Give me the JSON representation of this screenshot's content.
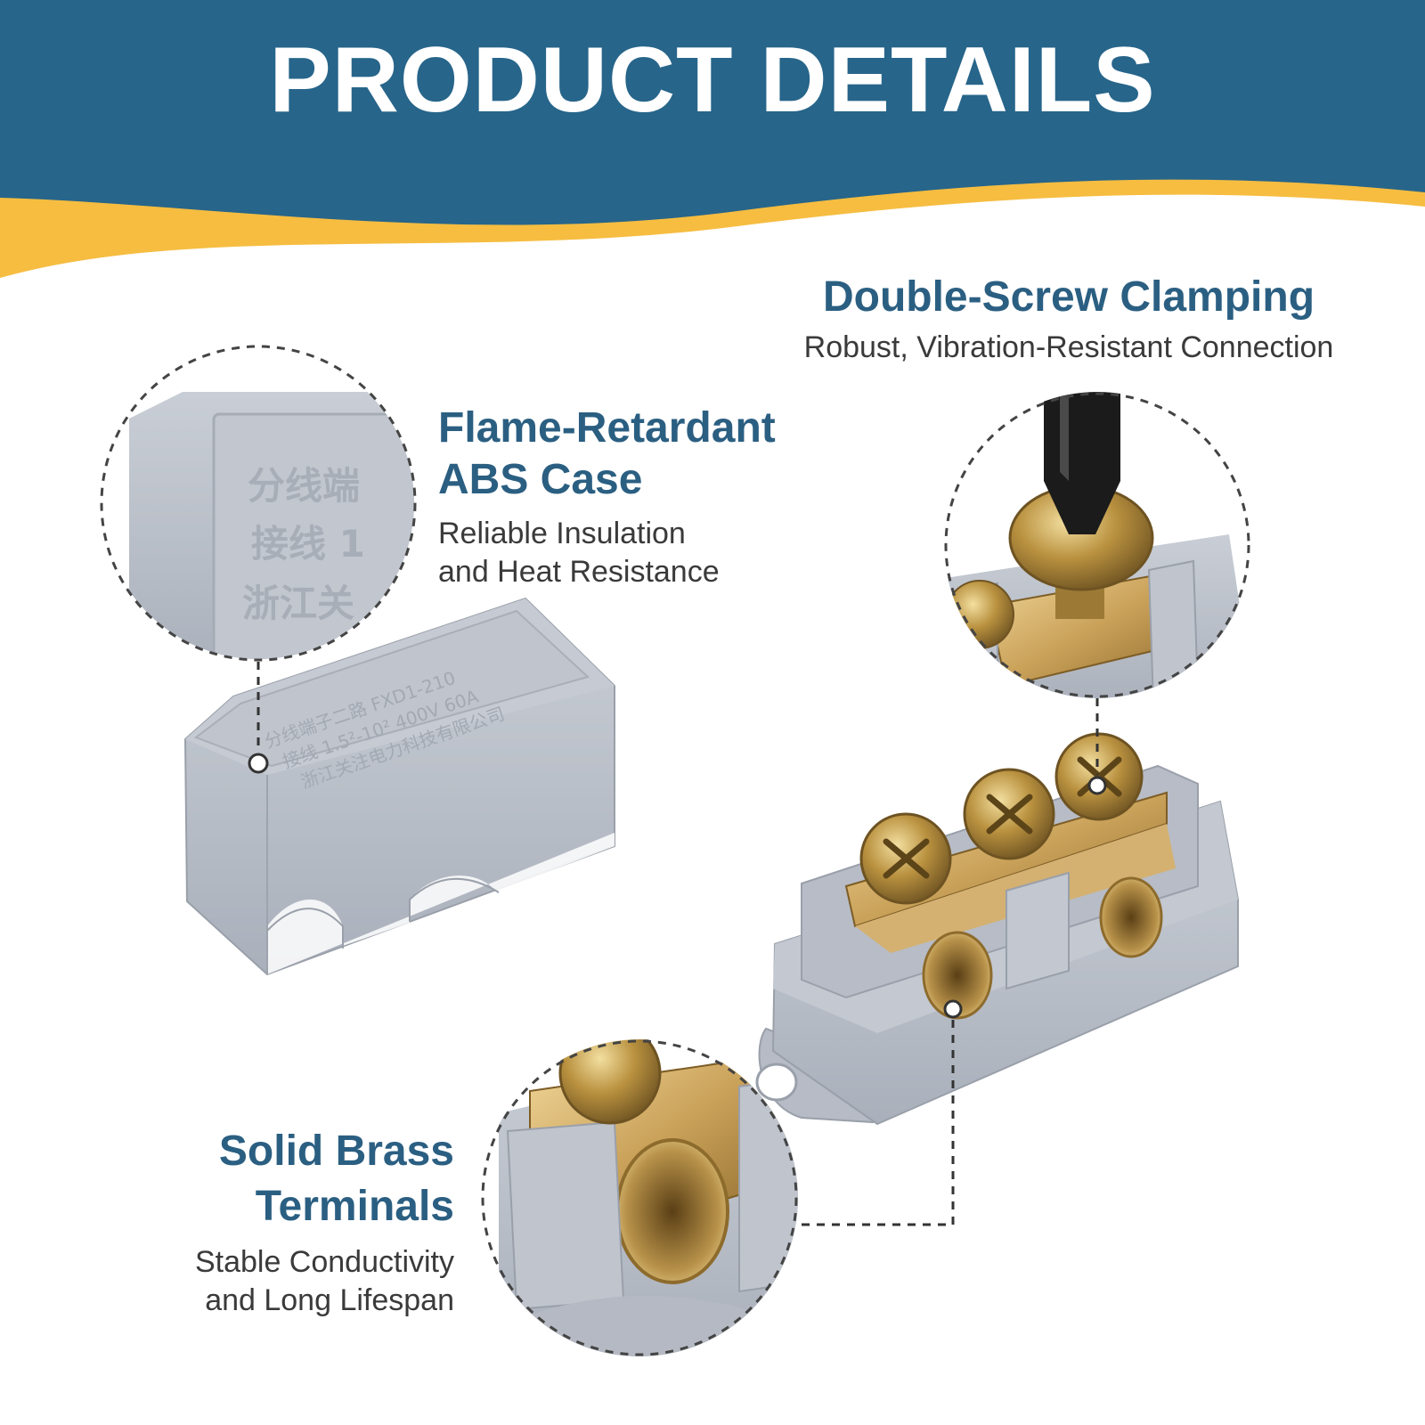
{
  "header": {
    "title": "PRODUCT DETAILS"
  },
  "colors": {
    "banner": "#27658a",
    "wave_accent": "#f6bd41",
    "title_text": "#2b5f82",
    "body_text": "#3a3a3a",
    "case_grey": "#b9bec8",
    "brass": "#c9a356"
  },
  "features": {
    "clamping": {
      "title": "Double-Screw Clamping",
      "desc": "Robust, Vibration-Resistant Connection"
    },
    "case": {
      "title_line1": "Flame-Retardant",
      "title_line2": "ABS Case",
      "desc_line1": "Reliable Insulation",
      "desc_line2": "and Heat Resistance"
    },
    "terminals": {
      "title_line1": "Solid Brass",
      "title_line2": "Terminals",
      "desc_line1": "Stable Conductivity",
      "desc_line2": "and Long Lifespan"
    }
  },
  "product_marking": {
    "zoom_lines": [
      "分线端",
      "接线 1",
      "浙江关"
    ],
    "cover_lines": [
      "分线端子二路   FXD1-210",
      "接线 1.5²-10²   400V 60A",
      "浙江关注电力科技有限公司"
    ]
  },
  "icons": [
    "screwdriver-icon",
    "callout-dot-icon"
  ]
}
